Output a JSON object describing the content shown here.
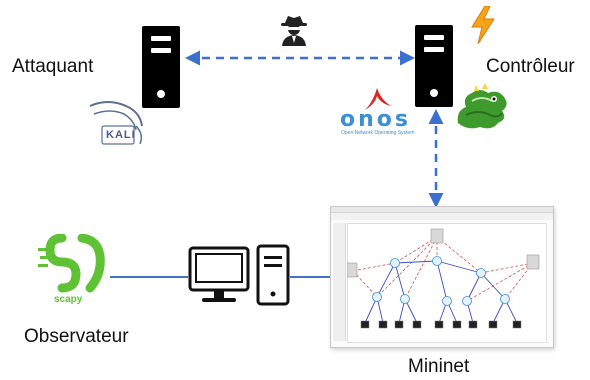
{
  "diagram": {
    "labels": {
      "attacker": "Attaquant",
      "controller": "Contrôleur",
      "observer": "Observateur",
      "mininet": "Mininet"
    },
    "logos": {
      "kali": {
        "text": "KALI",
        "icon": "kali-dragon-icon"
      },
      "onos": {
        "text": "onos",
        "subtitle": "Open Network Operating System",
        "icon": "onos-bird-icon"
      },
      "scapy": {
        "text": "scapy",
        "icon": "scapy-s-icon"
      },
      "opendaylight": {
        "icon": "dragon-mascot-icon"
      },
      "lightning": {
        "icon": "lightning-icon"
      },
      "spy": {
        "icon": "spy-agent-icon"
      }
    },
    "colors": {
      "link_dashed": "#3b6fd0",
      "link_solid": "#4472c4",
      "scapy_green": "#5fc234",
      "onos_blue": "#3a8fd6",
      "onos_red": "#d82828",
      "lightning_orange": "#f5a31a",
      "dragon_green": "#3f9a2e"
    },
    "connections": [
      {
        "from": "attacker",
        "to": "controller",
        "style": "dashed",
        "arrows": "both"
      },
      {
        "from": "controller",
        "to": "mininet",
        "style": "dashed",
        "arrows": "both"
      },
      {
        "from": "observer",
        "to": "computer",
        "style": "solid"
      },
      {
        "from": "computer",
        "to": "mininet",
        "style": "solid"
      }
    ]
  }
}
